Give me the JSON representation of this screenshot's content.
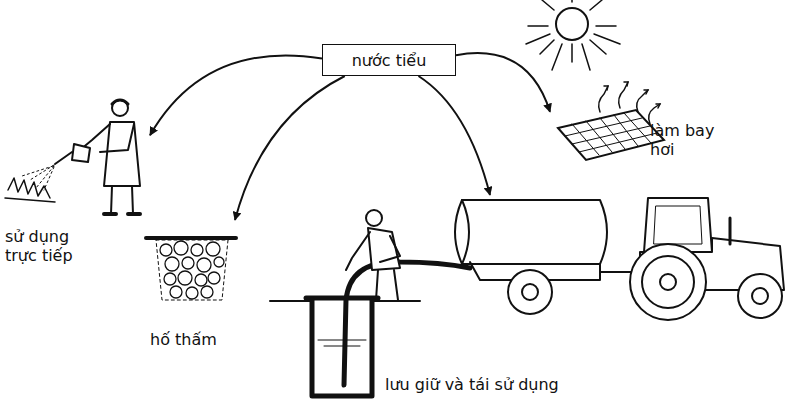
{
  "diagram": {
    "nodes": [
      {
        "text": [
          "nước tiểu"
        ]
      },
      {
        "text": [
          "sử dụng trực tiếp"
        ]
      },
      {
        "text": [
          "hố thấm"
        ]
      },
      {
        "text": [
          "lưu giữ và tái sử dụng"
        ]
      },
      {
        "text": [
          "làm bay hơi"
        ]
      }
    ],
    "edges": [
      {
        "from": 0,
        "to": 1,
        "arrow": "to"
      },
      {
        "from": 0,
        "to": 2,
        "arrow": "to"
      },
      {
        "from": 0,
        "to": 3,
        "arrow": "to"
      },
      {
        "from": 0,
        "to": 4,
        "arrow": "to"
      }
    ]
  }
}
